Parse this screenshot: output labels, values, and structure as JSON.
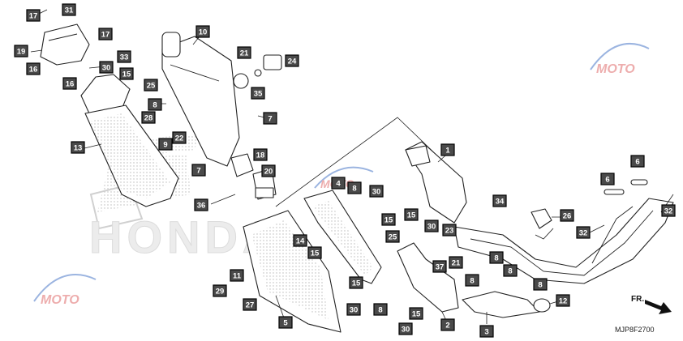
{
  "diagram_code": "MJP8F2700",
  "front_indicator": "FR.",
  "watermark": {
    "brand_text": "HONDA",
    "logo_text": "MOTO"
  },
  "callouts": [
    "17",
    "31",
    "19",
    "17",
    "16",
    "33",
    "16",
    "30",
    "15",
    "10",
    "21",
    "24",
    "25",
    "35",
    "8",
    "28",
    "9",
    "22",
    "7",
    "13",
    "7",
    "18",
    "20",
    "36",
    "1",
    "4",
    "8",
    "30",
    "15",
    "15",
    "30",
    "23",
    "34",
    "26",
    "6",
    "6",
    "32",
    "32",
    "14",
    "25",
    "15",
    "21",
    "37",
    "8",
    "8",
    "8",
    "11",
    "29",
    "27",
    "5",
    "15",
    "30",
    "8",
    "15",
    "30",
    "2",
    "3",
    "12",
    "8"
  ]
}
